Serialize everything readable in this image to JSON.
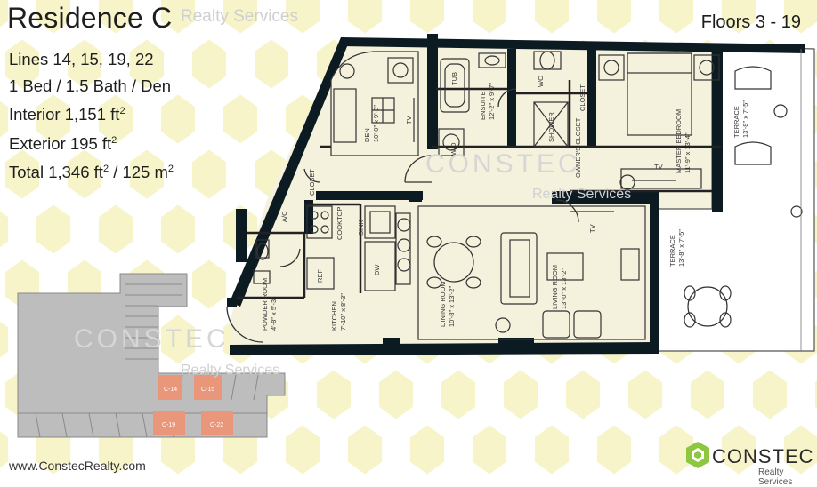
{
  "header": {
    "title": "Residence C",
    "watermark": "Realty Services",
    "floors": "Floors 3 - 19"
  },
  "specs": {
    "lines": "Lines 14, 15, 19, 22",
    "beds": "1 Bed / 1.5 Bath / Den",
    "interior": "Interior 1,151 ft",
    "exterior": "Exterior 195 ft",
    "total_prefix": "Total 1,346 ft",
    "total_suffix": " / 125 m",
    "sup": "2"
  },
  "rooms": {
    "den": "DEN",
    "den_dim": "10'-0\" x 9'-3\"",
    "tub": "TUB",
    "ensuite": "ENSUITE",
    "ensuite_dim": "12'-2\" x 9'-7\"",
    "wc": "WC",
    "shower": "SHOWER",
    "closet": "CLOSET",
    "owners_closet": "OWNER'S CLOSET",
    "wd": "W/D",
    "master": "MASTER BEDROOM",
    "master_dim": "11'-9\" x 13'-4\"",
    "terrace1": "TERRACE",
    "terrace1_dim": "13'-8\" x 7'-5\"",
    "terrace2": "TERRACE",
    "terrace2_dim": "13'-8\" x 7'-5\"",
    "tv": "TV",
    "ac": "A/C",
    "cooktop": "COOKTOP",
    "sink": "SINK",
    "ref": "REF",
    "dw": "DW",
    "kitchen": "KITCHEN",
    "kitchen_dim": "7'-10\" x 8'-3\"",
    "powder": "POWDER ROOM",
    "powder_dim": "4'-8\" x 5'-3\"",
    "dining": "DINING ROOM",
    "dining_dim": "10'-8\" x 13'-2\"",
    "living": "LIVING ROOM",
    "living_dim": "13'-0\" x 13'-2\""
  },
  "keyplan": {
    "units": [
      "C-14",
      "C-15",
      "C-19",
      "C-22"
    ]
  },
  "watermarks": {
    "brand": "CONSTEC",
    "sub": "Realty Services"
  },
  "footer": {
    "url": "www.ConstecRealty.com",
    "logo_name": "CONSTEC",
    "logo_sub": "Realty Services"
  },
  "colors": {
    "pattern": "#f6f4c8",
    "wall": "#0c1a22",
    "room": "#f4f1dc",
    "keyplan_gray": "#b8b8b8",
    "highlight": "#e9967a",
    "logo_green": "#8dc63f"
  }
}
